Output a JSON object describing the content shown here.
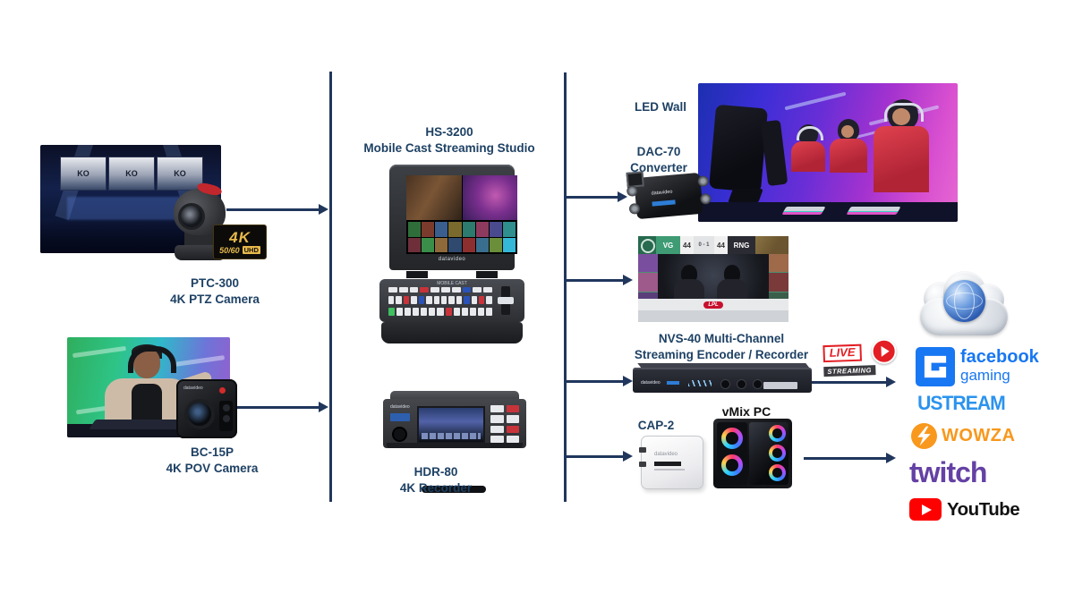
{
  "brand": {
    "logo_text": "datavideo"
  },
  "colors": {
    "label_navy": "#1E4164",
    "line_navy": "#20365C",
    "live_red": "#E31E24",
    "facebook_blue": "#1877F2",
    "ustream_blue": "#2B93EE",
    "wowza_orange": "#F8981D",
    "twitch_purple": "#6441A4",
    "youtube_red": "#FF0000"
  },
  "left_column": {
    "ptc300": {
      "name": "PTC-300",
      "desc": "4K PTZ Camera",
      "badge_4k": "4K",
      "badge_rate": "50/60",
      "badge_uhd": "UHD",
      "arena_screen_text": "KO"
    },
    "bc15p": {
      "name": "BC-15P",
      "desc": "4K POV Camera"
    }
  },
  "middle_column": {
    "hs3200": {
      "name": "HS-3200",
      "desc": "Mobile Cast Streaming Studio",
      "deck_label": "MOBILE CAST"
    },
    "hdr80": {
      "name": "HDR-80",
      "desc": "4K Recorder"
    }
  },
  "right_column": {
    "led_wall_label": "LED Wall",
    "dac70": {
      "name": "DAC-70",
      "desc": "Converter"
    },
    "stream_preview": {
      "team_left": "VG",
      "score_left": "44",
      "series_score": "0 - 1",
      "score_right": "44",
      "team_right": "RNG",
      "league_badge": "LPL"
    },
    "nvs40": {
      "name_line1": "NVS-40 Multi-Channel",
      "name_line2": "Streaming Encoder / Recorder"
    },
    "live_badge": {
      "line1": "LIVE",
      "line2": "STREAMING"
    },
    "cap2": {
      "name": "CAP-2"
    },
    "vmix_pc": {
      "label": "vMix PC"
    }
  },
  "platforms": {
    "facebook": {
      "line1": "facebook",
      "line2": "gaming"
    },
    "ustream": "USTREAM",
    "wowza": "WOWZA",
    "twitch": "twitch",
    "youtube": "YouTube"
  }
}
